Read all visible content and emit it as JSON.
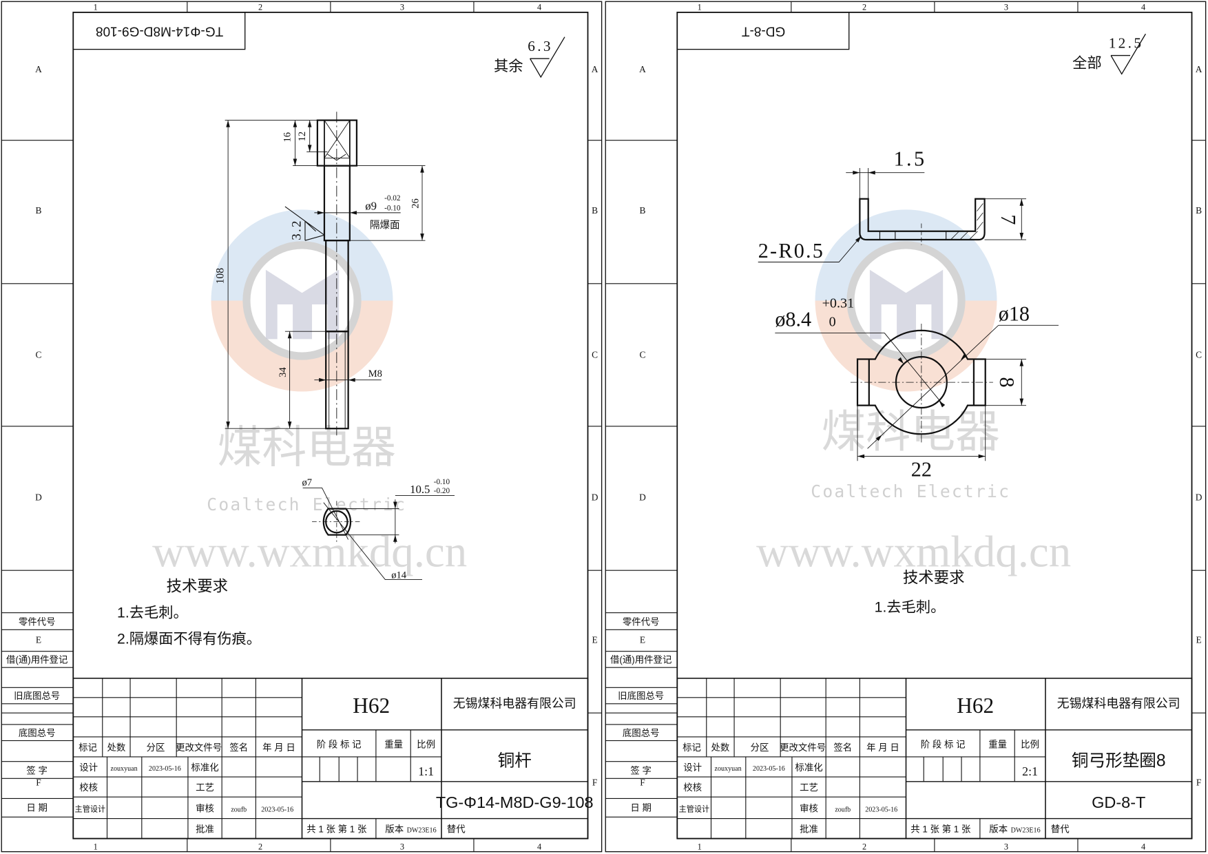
{
  "frame": {
    "zone_cols": [
      "1",
      "2",
      "3",
      "4"
    ],
    "zone_rows": [
      "A",
      "B",
      "C",
      "D",
      "E",
      "F"
    ],
    "side_labels": [
      "零件代号",
      "借(通)用件登记",
      "旧底图总号",
      "底图总号",
      "签 字",
      "日 期"
    ],
    "rev_headers": [
      "标记",
      "处数",
      "分区",
      "更改文件号",
      "签名",
      "年 月 日"
    ],
    "sign": {
      "design": "设计",
      "designer": "zouxyuan",
      "design_date": "2023-05-16",
      "standard": "标准化",
      "check": "校核",
      "process": "工艺",
      "chief": "主管设计",
      "review": "审核",
      "reviewer": "zoufb",
      "review_date": "2023-05-16",
      "approve": "批准"
    },
    "stage_label": "阶 段 标 记",
    "weight_label": "重量",
    "scale_label": "比例",
    "sheets_label": "共 1 张  第 1 张",
    "version_label": "版本",
    "version": "DW23E16",
    "replace_label": "替代",
    "company": "无锡煤科电器有限公司"
  },
  "watermark": {
    "cn": "煤科电器",
    "en": "Coaltech Electric",
    "url": "www.wxmkdq.cn",
    "colors": {
      "top": "#dce8f4",
      "bottom": "#f8e0d4",
      "ring": "#d4d4d4",
      "logo": "#c9cbd8"
    }
  },
  "sheets": [
    {
      "mirrored_code": "TG-Φ14-M8D-G9-108",
      "surface_label": "其余",
      "surface_value": "6.3",
      "material": "H62",
      "part_name": "铜杆",
      "drawing_no": "TG-Φ14-M8D-G9-108",
      "scale": "1:1",
      "tech_title": "技术要求",
      "tech_items": [
        "1.去毛刺。",
        "2.隔爆面不得有伤痕。"
      ],
      "dims": {
        "total": "108",
        "head": "16",
        "hole": "12",
        "seal_len": "26",
        "thread_len": "34",
        "seal_dia": "ø9",
        "seal_tol_up": "-0.02",
        "seal_tol_low": "-0.10",
        "seal_note": "隔爆面",
        "roughness": "3.2",
        "thread": "M8",
        "inner_dia": "ø7",
        "outer_dia": "ø14",
        "flat": "10.5",
        "flat_tol_up": "-0.10",
        "flat_tol_low": "-0.20"
      }
    },
    {
      "mirrored_code": "GD-8-T",
      "surface_label": "全部",
      "surface_value": "12.5",
      "material": "H62",
      "part_name": "铜弓形垫圈8",
      "drawing_no": "GD-8-T",
      "scale": "2:1",
      "tech_title": "技术要求",
      "tech_items": [
        "1.去毛刺。"
      ],
      "dims": {
        "thickness": "1.5",
        "height": "7",
        "radius": "2-R0.5",
        "hole_dia": "ø8.4",
        "hole_tol_up": "+0.31",
        "hole_tol_low": "0",
        "outer_dia": "ø18",
        "tab_width": "8",
        "overall": "22"
      }
    }
  ]
}
